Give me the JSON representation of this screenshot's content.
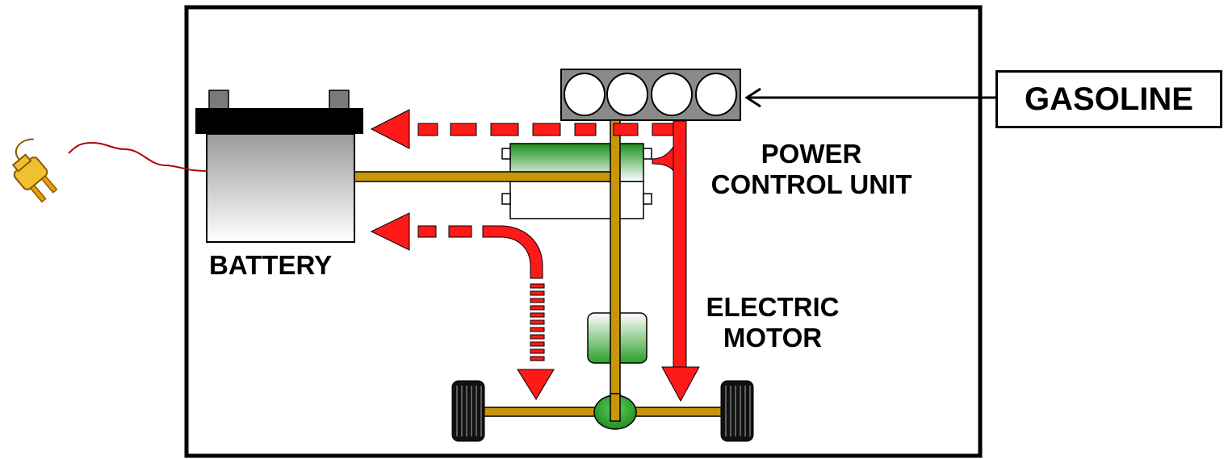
{
  "labels": {
    "gasoline": "GASOLINE",
    "battery": "BATTERY",
    "pcu_line1": "POWER",
    "pcu_line2": "CONTROL UNIT",
    "motor_line1": "ELECTRIC",
    "motor_line2": "MOTOR"
  },
  "colors": {
    "frame": "#000000",
    "energy_flow": "#ff1a1a",
    "drive_shaft": "#c8960a",
    "motor_green": "#2e9a2e",
    "battery_cap": "#000000",
    "plug": "#e8a000"
  }
}
